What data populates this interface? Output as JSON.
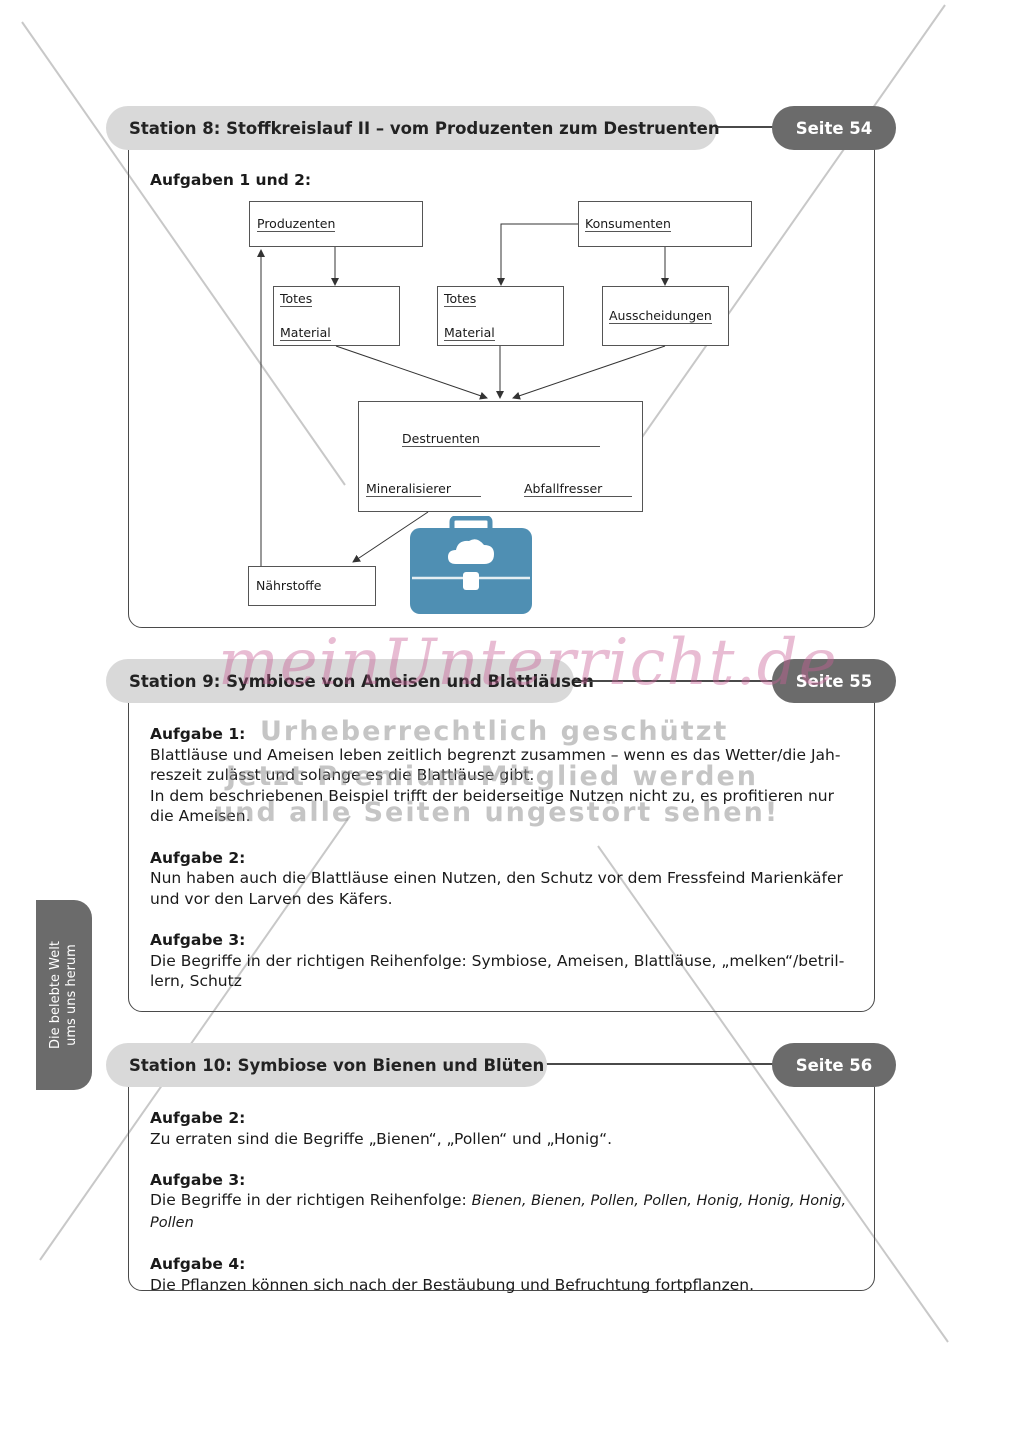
{
  "stations": [
    {
      "title": "Station 8: Stoffkreislauf II – vom Produzenten zum Destruenten",
      "page": "Seite 54",
      "tasks_heading": "Aufgaben 1 und 2:",
      "diagram": {
        "produzenten": "Produzenten",
        "konsumenten": "Konsumenten",
        "totes": "Totes",
        "material": "Material",
        "totes2": "Totes",
        "material2": "Material",
        "ausscheidungen": "Ausscheidungen",
        "destruenten": "Destruenten",
        "mineralisierer": "Mineralisierer",
        "abfallfresser": "Abfallfresser",
        "naehrstoffe": "Nährstoffe"
      }
    },
    {
      "title": "Station 9: Symbiose von Ameisen und Blattläusen",
      "page": "Seite 55",
      "tasks": [
        {
          "heading": "Aufgabe 1:",
          "lines": [
            "Blattläuse und Ameisen leben zeitlich begrenzt zusammen – wenn es das Wetter/die Jah-",
            "reszeit zulässt und solange es die Blattläuse gibt.",
            "In dem beschriebenen Beispiel trifft der beiderseitige Nutzen nicht zu, es profitieren nur",
            "die Ameisen."
          ]
        },
        {
          "heading": "Aufgabe 2:",
          "lines": [
            "Nun haben auch die Blattläuse einen Nutzen, den Schutz vor dem Fressfeind Marienkäfer",
            "und vor den Larven des Käfers."
          ]
        },
        {
          "heading": "Aufgabe 3:",
          "lines": [
            "Die Begriffe in der richtigen Reihenfolge: Symbiose, Ameisen, Blattläuse, „melken“/betril-",
            "lern, Schutz"
          ]
        }
      ]
    },
    {
      "title": "Station 10: Symbiose von Bienen und Blüten",
      "page": "Seite 56",
      "tasks": [
        {
          "heading": "Aufgabe 2:",
          "text": "Zu erraten sind die Begriffe „Bienen“, „Pollen“ und „Honig“."
        },
        {
          "heading": "Aufgabe 3:",
          "text": "Die Begriffe in der richtigen Reihenfolge: ",
          "italic": "Bienen, Bienen, Pollen, Pollen, Honig, Honig, Honig, Pollen"
        },
        {
          "heading": "Aufgabe 4:",
          "text": "Die Pflanzen können sich nach der Bestäubung und Befruchtung fortpflanzen."
        }
      ]
    }
  ],
  "side_tab": {
    "line1": "Die belebte Welt",
    "line2": "ums uns herum"
  },
  "watermark": {
    "logo": "meinUnterricht.de",
    "line1": "Urheberrechtlich geschützt",
    "line2": "Jetzt Premium-Mitglied werden",
    "line3": "und alle Seiten ungestört sehen!"
  },
  "colors": {
    "pill_light": "#d9d9d9",
    "pill_dark": "#6b6b6b",
    "border": "#4a4a4a",
    "logo": "#c85f96",
    "briefcase": "#4f8fb3"
  }
}
